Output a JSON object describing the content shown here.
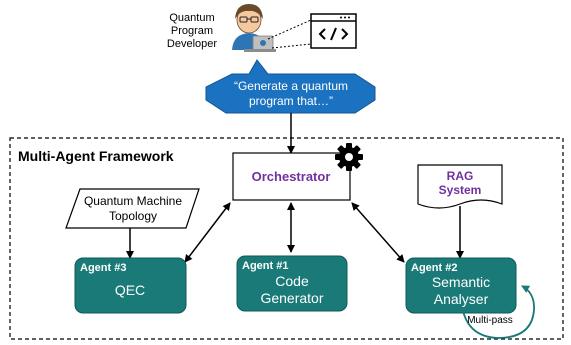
{
  "developer": {
    "label_lines": [
      "Quantum",
      "Program",
      "Developer"
    ]
  },
  "speech_bubble": {
    "lines": [
      "“Generate a quantum",
      "program that…”"
    ]
  },
  "framework": {
    "title": "Multi-Agent Framework"
  },
  "orchestrator": {
    "label": "Orchestrator"
  },
  "topology": {
    "lines": [
      "Quantum Machine",
      "Topology"
    ]
  },
  "rag": {
    "lines": [
      "RAG",
      "System"
    ]
  },
  "agents": [
    {
      "tag": "Agent #3",
      "lines": [
        "QEC"
      ]
    },
    {
      "tag": "Agent #1",
      "lines": [
        "Code",
        "Generator"
      ]
    },
    {
      "tag": "Agent #2",
      "lines": [
        "Semantic",
        "Analyser"
      ]
    }
  ],
  "loop": {
    "label": "Multi-pass"
  },
  "colors": {
    "agent_fill": "#1a7a78",
    "agent_stroke": "#0e5a58",
    "bubble_fill": "#1b72c0",
    "orchestrator_text": "#7030a0",
    "rag_text": "#7030a0"
  },
  "icons": [
    "developer-avatar-icon",
    "code-window-icon",
    "gear-icon"
  ]
}
